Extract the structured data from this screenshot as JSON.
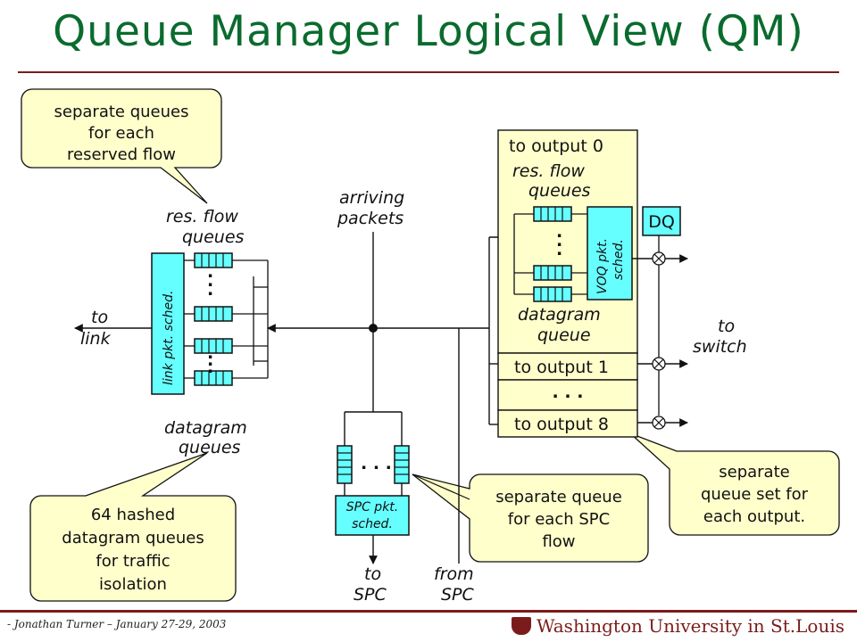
{
  "title": "Queue Manager Logical View (QM)",
  "callouts": {
    "reserved": [
      "separate queues",
      "for each",
      "reserved flow"
    ],
    "datagram": [
      "64 hashed",
      "datagram queues",
      "for traffic",
      "isolation"
    ],
    "spc": [
      "separate queue",
      "for each SPC",
      "flow"
    ],
    "output": [
      "separate",
      "queue set for",
      "each output."
    ]
  },
  "labels": {
    "res_flow_queues": [
      "res. flow",
      "queues"
    ],
    "datagram_queues": [
      "datagram",
      "queues"
    ],
    "to_link": [
      "to",
      "link"
    ],
    "link_pkt_sched": "link pkt. sched.",
    "arriving_packets": [
      "arriving",
      "packets"
    ],
    "spc_pkt_sched": [
      "SPC pkt.",
      "sched."
    ],
    "to_spc": [
      "to",
      "SPC"
    ],
    "from_spc": [
      "from",
      "SPC"
    ],
    "to_output_0": "to output 0",
    "out0_res_flow": [
      "res. flow",
      "queues"
    ],
    "voq_pkt_sched": [
      "VOQ pkt.",
      "sched."
    ],
    "out0_datagram": [
      "datagram",
      "queue"
    ],
    "to_output_1": "to output 1",
    "ellipsis": ". . .",
    "to_output_8": "to output 8",
    "dq": "DQ",
    "to_switch": [
      "to",
      "switch"
    ]
  },
  "colors": {
    "title": "#0a6b2e",
    "callout_fill": "#ffffcc",
    "box_fill": "#ffffcc",
    "sched_fill": "#66ffff",
    "queue_fill": "#66ffff",
    "rule": "#7a1c1c"
  },
  "footer": {
    "text": "- Jonathan Turner – January 27-29, 2003",
    "brand": "Washington University in St.Louis"
  }
}
